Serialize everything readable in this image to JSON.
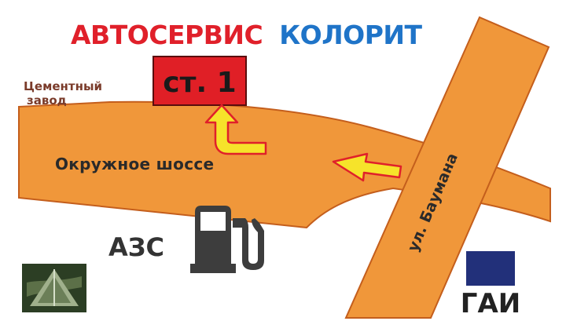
{
  "header": {
    "brand_part1": "АВТОСЕРВИС",
    "brand_part2": "КОЛОРИТ",
    "brand_color1": "#e0202a",
    "brand_color2": "#1f74c8"
  },
  "destination": {
    "label": "ст. 1",
    "box_color": "#e01f26"
  },
  "landmarks": {
    "cement_plant_line1": "Цементный",
    "cement_plant_line2": "завод",
    "gas_station": "АЗС",
    "traffic_police": "ГАИ"
  },
  "roads": {
    "ring_road": "Окружное шоссе",
    "street": "ул. Баумана",
    "road_color": "#f0973a"
  },
  "icons": {
    "fuel": "fuel-pump-icon",
    "logo": "triangle-emblem-icon",
    "arrow_color": "#f6e32a",
    "arrow_outline": "#e0202a",
    "gai_block_color": "#22307a"
  }
}
